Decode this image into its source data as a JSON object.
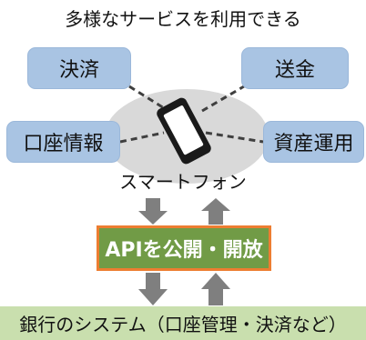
{
  "title": "多様なサービスを利用できる",
  "services": {
    "payment": "決済",
    "remittance": "送金",
    "account_info": "口座情報",
    "asset_management": "資産運用"
  },
  "smartphone_label": "スマートフォン",
  "api_box": "APIを公開・開放",
  "bank_system": "銀行のシステム（口座管理・決済など）",
  "colors": {
    "service_box": "#a9c4e3",
    "hub_ellipse": "#d9d9d9",
    "arrow": "#7f7f7f",
    "api_fill": "#719b46",
    "api_border": "#ed7d31",
    "bank_bar": "#c9dfae"
  }
}
